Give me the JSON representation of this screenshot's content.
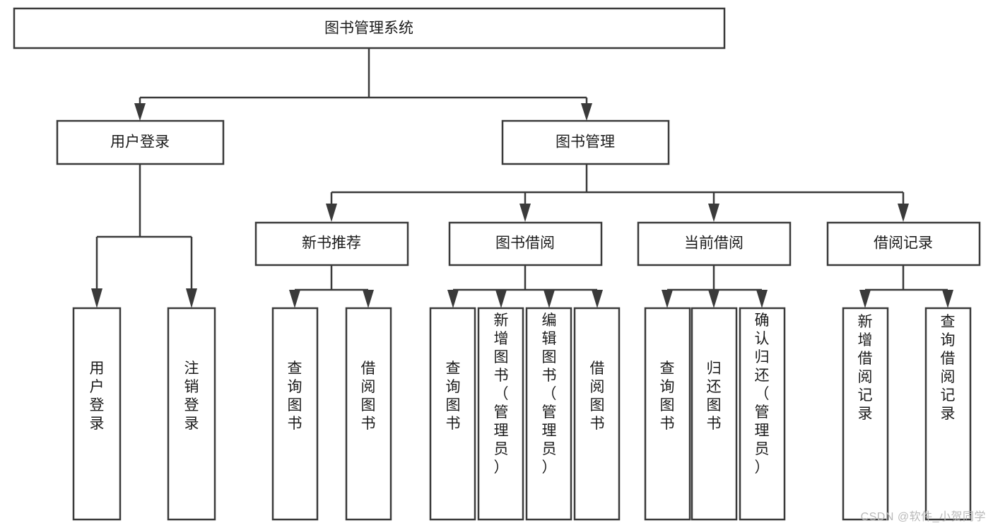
{
  "diagram": {
    "type": "tree",
    "title": "图书管理系统",
    "watermark": "CSDN @软件_小贺同学",
    "colors": {
      "stroke": "#3a3a3a",
      "box_fill": "#ffffff",
      "text": "#1b1b1b",
      "watermark": "#b9b9b9",
      "background": "#ffffff"
    },
    "nodes": {
      "root": {
        "label": "图书管理系统",
        "level": 1,
        "orientation": "horizontal"
      },
      "l2_1": {
        "label": "用户登录",
        "level": 2,
        "orientation": "horizontal"
      },
      "l2_2": {
        "label": "图书管理",
        "level": 2,
        "orientation": "horizontal"
      },
      "l3_1": {
        "label": "新书推荐",
        "level": 3,
        "orientation": "horizontal"
      },
      "l3_2": {
        "label": "图书借阅",
        "level": 3,
        "orientation": "horizontal"
      },
      "l3_3": {
        "label": "当前借阅",
        "level": 3,
        "orientation": "horizontal"
      },
      "l3_4": {
        "label": "借阅记录",
        "level": 3,
        "orientation": "horizontal"
      },
      "leaf_1": {
        "label": "用户登录",
        "level": 4,
        "orientation": "vertical"
      },
      "leaf_2": {
        "label": "注销登录",
        "level": 4,
        "orientation": "vertical"
      },
      "leaf_3": {
        "label": "查询图书",
        "level": 4,
        "orientation": "vertical"
      },
      "leaf_4": {
        "label": "借阅图书",
        "level": 4,
        "orientation": "vertical"
      },
      "leaf_5": {
        "label": "查询图书",
        "level": 4,
        "orientation": "vertical"
      },
      "leaf_6": {
        "label": "新增图书（管理员）",
        "level": 4,
        "orientation": "vertical"
      },
      "leaf_7": {
        "label": "编辑图书（管理员）",
        "level": 4,
        "orientation": "vertical"
      },
      "leaf_8": {
        "label": "借阅图书",
        "level": 4,
        "orientation": "vertical"
      },
      "leaf_9": {
        "label": "查询图书",
        "level": 4,
        "orientation": "vertical"
      },
      "leaf_10": {
        "label": "归还图书",
        "level": 4,
        "orientation": "vertical"
      },
      "leaf_11": {
        "label": "确认归还（管理员）",
        "level": 4,
        "orientation": "vertical"
      },
      "leaf_12": {
        "label": "新增借阅记录",
        "level": 4,
        "orientation": "vertical"
      },
      "leaf_13": {
        "label": "查询借阅记录",
        "level": 4,
        "orientation": "vertical"
      }
    },
    "edges": [
      {
        "from": "root",
        "to": "l2_1"
      },
      {
        "from": "root",
        "to": "l2_2"
      },
      {
        "from": "l2_2",
        "to": "l3_1"
      },
      {
        "from": "l2_2",
        "to": "l3_2"
      },
      {
        "from": "l2_2",
        "to": "l3_3"
      },
      {
        "from": "l2_2",
        "to": "l3_4"
      },
      {
        "from": "l2_1",
        "to": "leaf_1"
      },
      {
        "from": "l2_1",
        "to": "leaf_2"
      },
      {
        "from": "l3_1",
        "to": "leaf_3"
      },
      {
        "from": "l3_1",
        "to": "leaf_4"
      },
      {
        "from": "l3_2",
        "to": "leaf_5"
      },
      {
        "from": "l3_2",
        "to": "leaf_6"
      },
      {
        "from": "l3_2",
        "to": "leaf_7"
      },
      {
        "from": "l3_2",
        "to": "leaf_8"
      },
      {
        "from": "l3_3",
        "to": "leaf_9"
      },
      {
        "from": "l3_3",
        "to": "leaf_10"
      },
      {
        "from": "l3_3",
        "to": "leaf_11"
      },
      {
        "from": "l3_4",
        "to": "leaf_12"
      },
      {
        "from": "l3_4",
        "to": "leaf_13"
      }
    ]
  }
}
